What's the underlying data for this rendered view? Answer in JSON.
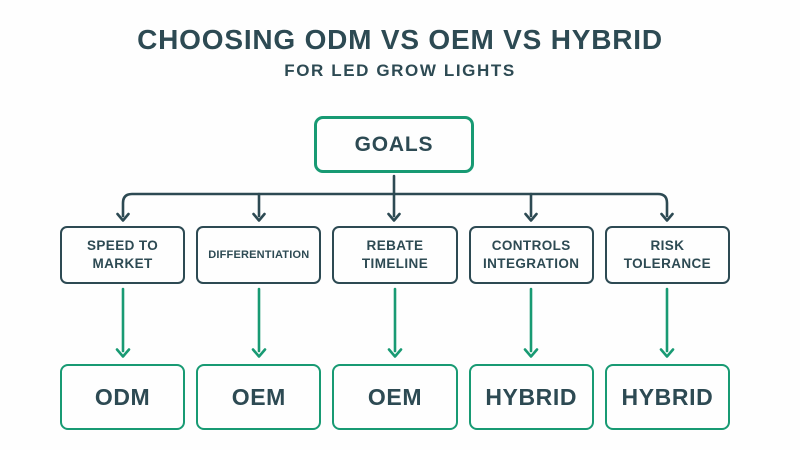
{
  "title": "CHOOSING ODM VS OEM VS HYBRID",
  "subtitle": "FOR LED GROW LIGHTS",
  "root": {
    "label": "GOALS"
  },
  "branches": [
    {
      "criterion": "SPEED TO\nMARKET",
      "outcome": "ODM"
    },
    {
      "criterion": "DIFFERENTIATION",
      "outcome": "OEM"
    },
    {
      "criterion": "REBATE\nTIMELINE",
      "outcome": "OEM"
    },
    {
      "criterion": "CONTROLS\nINTEGRATION",
      "outcome": "HYBRID"
    },
    {
      "criterion": "RISK\nTOLERANCE",
      "outcome": "HYBRID"
    }
  ],
  "colors": {
    "dark": "#2d4a53",
    "green": "#189a73",
    "background": "#fefefe"
  }
}
